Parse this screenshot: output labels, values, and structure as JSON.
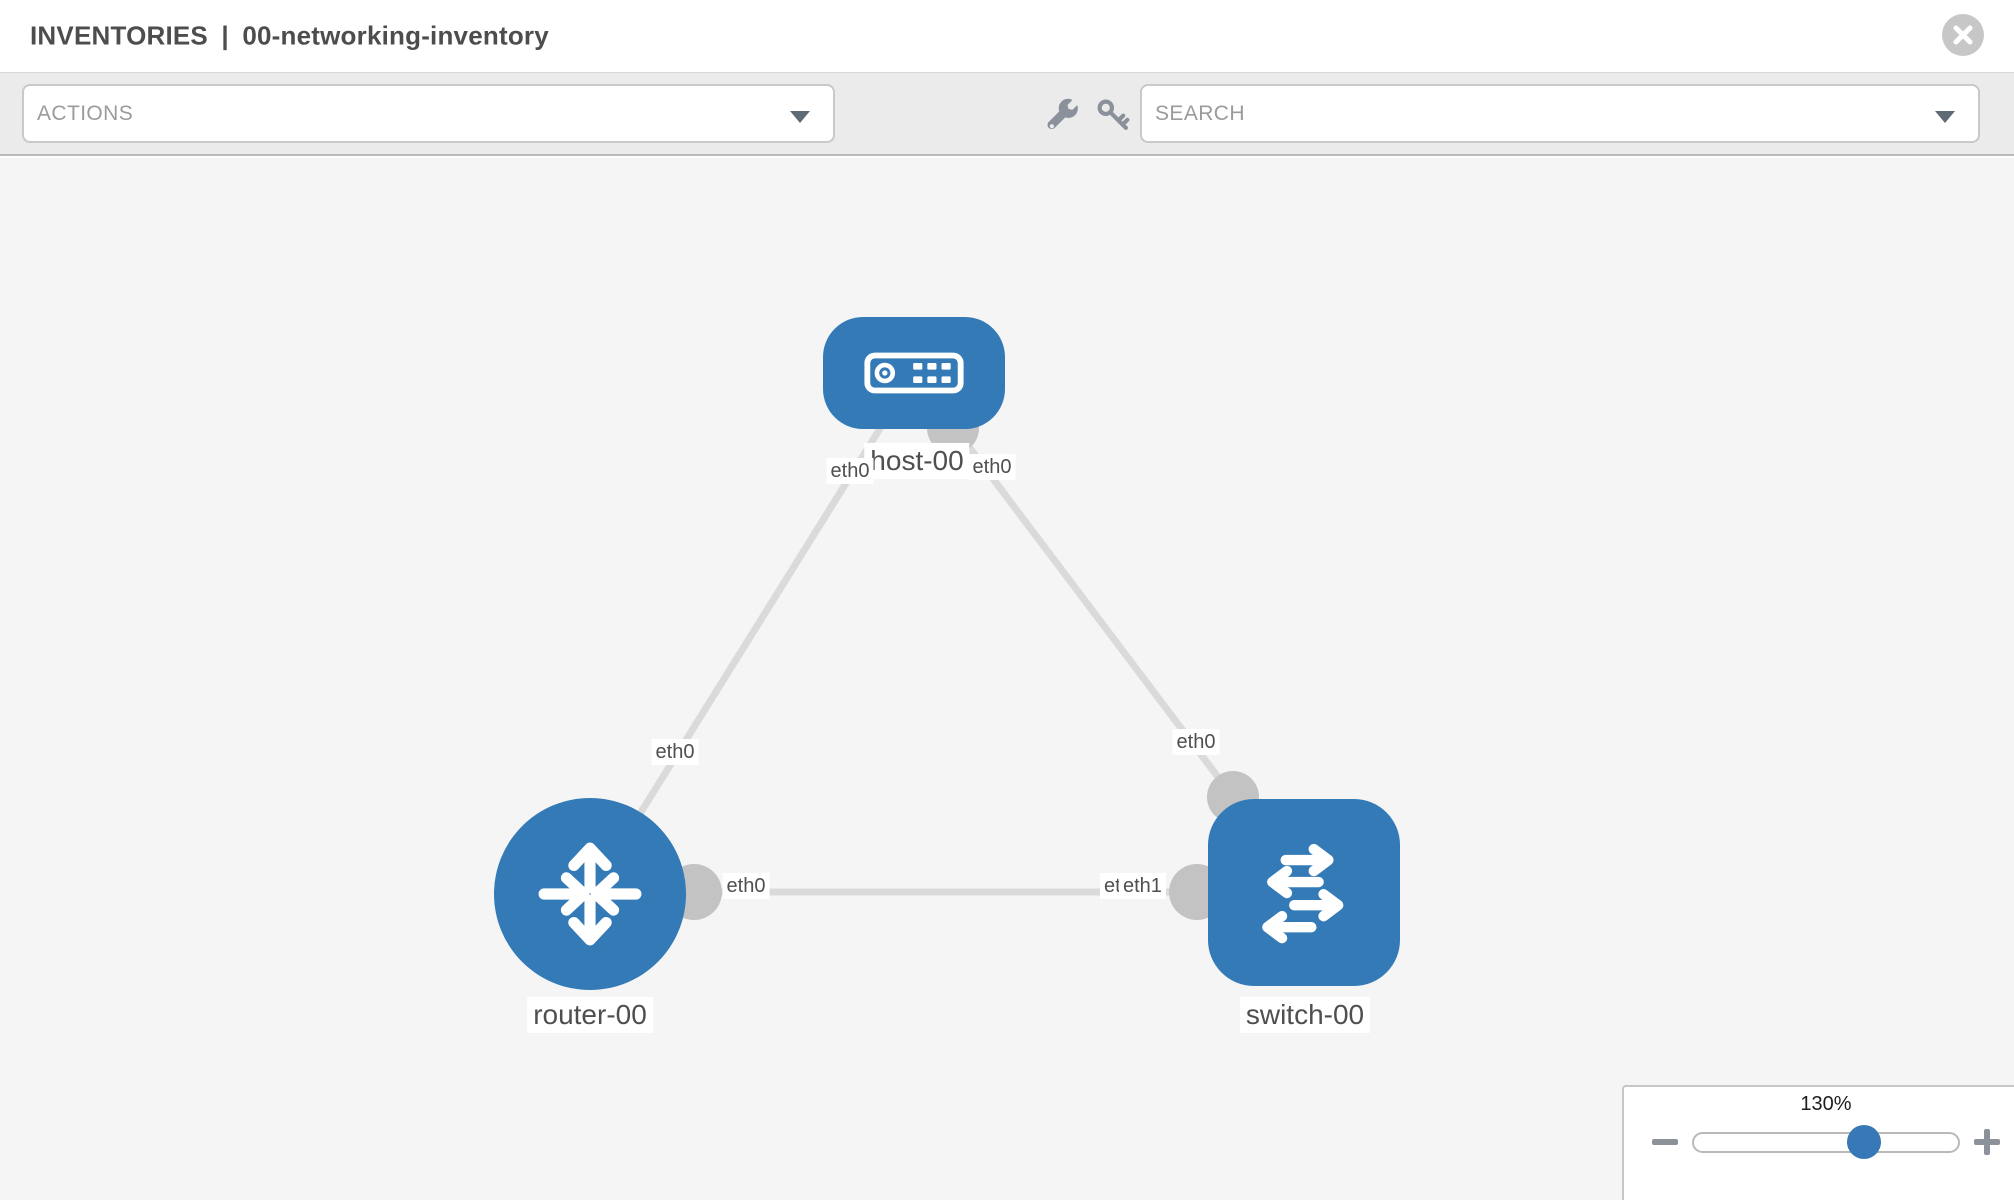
{
  "header": {
    "section": "INVENTORIES",
    "separator": "|",
    "inventory_name": "00-networking-inventory"
  },
  "toolbar": {
    "actions_label": "ACTIONS",
    "search_label": "SEARCH",
    "icons": [
      "wrench-icon",
      "key-icon"
    ]
  },
  "topology": {
    "nodes": [
      {
        "id": "host-00",
        "label": "host-00",
        "type": "host"
      },
      {
        "id": "router-00",
        "label": "router-00",
        "type": "router"
      },
      {
        "id": "switch-00",
        "label": "switch-00",
        "type": "switch"
      }
    ],
    "links": [
      {
        "from": "host-00",
        "from_interface": "eth0",
        "to": "router-00",
        "to_interface": "eth0"
      },
      {
        "from": "host-00",
        "from_interface": "eth0",
        "to": "switch-00",
        "to_interface": "eth0"
      },
      {
        "from": "router-00",
        "from_interface": "eth0",
        "to": "switch-00",
        "to_interface": "eth1"
      }
    ],
    "occluded_label": "eth0"
  },
  "zoom_control": {
    "value": "130%"
  },
  "colors": {
    "node_blue": "#337ab7",
    "link_gray": "#dadada",
    "port_gray": "#c3c3c3",
    "thumb_blue": "#3779b6"
  }
}
